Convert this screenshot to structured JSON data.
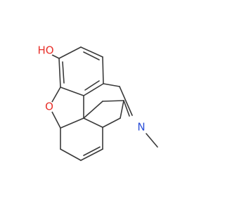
{
  "molecule": {
    "colors": {
      "bond": "#3a3a3a",
      "oxygen": "#e8302a",
      "nitrogen": "#2b4fd8",
      "background": "#ffffff"
    },
    "labels": {
      "hydroxyl": "HO",
      "ether_oxygen": "O",
      "amine_nitrogen": "N"
    }
  }
}
